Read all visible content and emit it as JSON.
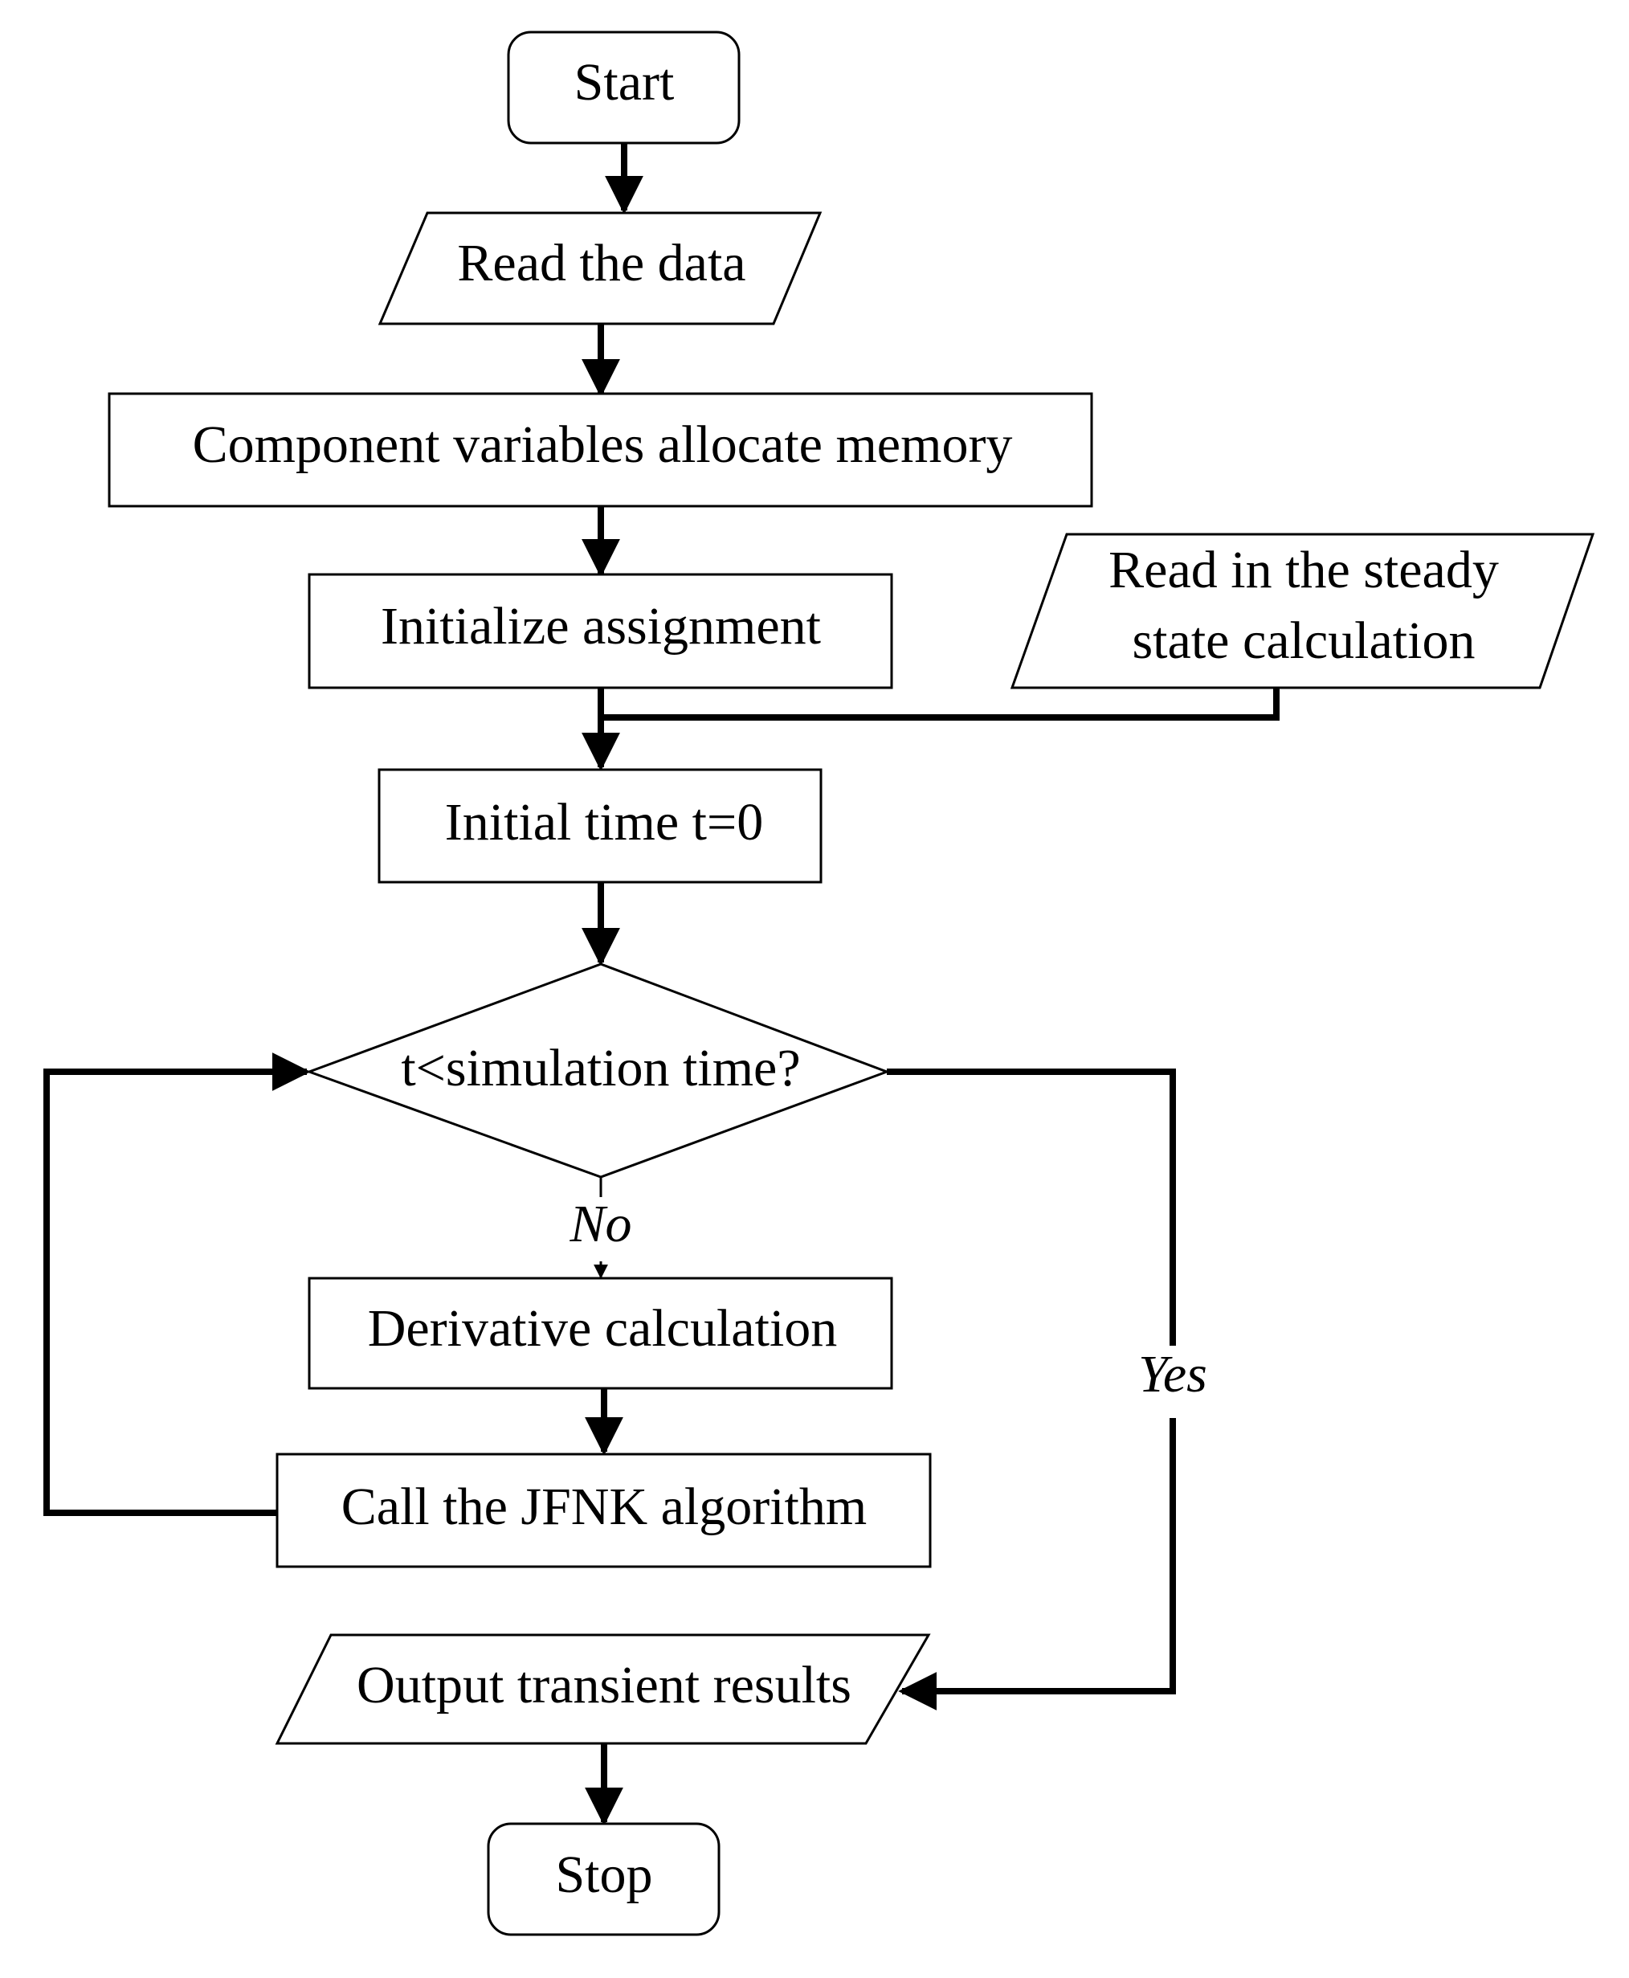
{
  "nodes": {
    "start": "Start",
    "read_data": "Read the data",
    "allocate_memory": "Component variables allocate memory",
    "initialize_assignment": "Initialize assignment",
    "steady_state_line1": "Read in the steady",
    "steady_state_line2": "state calculation",
    "initial_time": "Initial time t=0",
    "decision": "t<simulation time?",
    "derivative": "Derivative calculation",
    "jfnk": "Call the JFNK algorithm",
    "output": "Output transient results",
    "stop": "Stop"
  },
  "branches": {
    "no": "No",
    "yes": "Yes"
  },
  "colors": {
    "stroke": "#000000",
    "background": "#ffffff"
  }
}
